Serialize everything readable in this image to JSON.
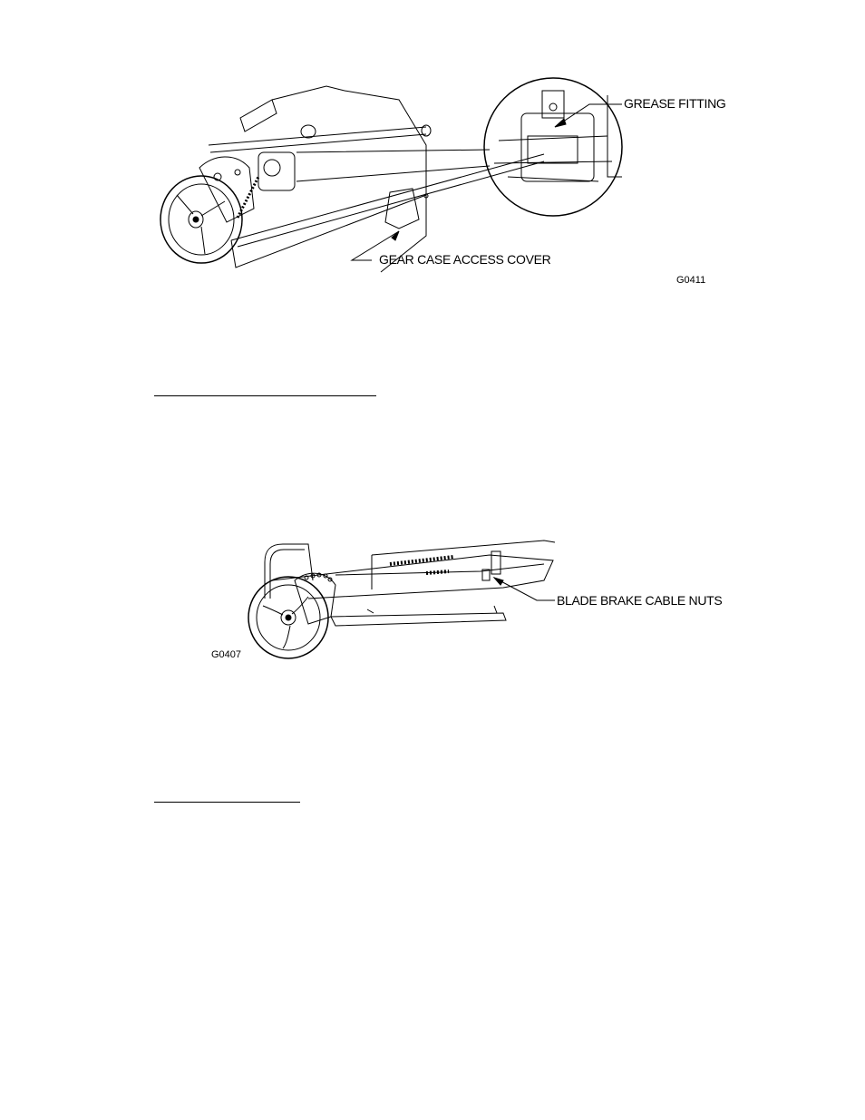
{
  "figure1": {
    "callout_grease": "GREASE FITTING",
    "callout_cover": "GEAR CASE ACCESS COVER",
    "figure_id": "G0411"
  },
  "figure2": {
    "callout_brake": "BLADE BRAKE CABLE NUTS",
    "figure_id": "G0407"
  }
}
